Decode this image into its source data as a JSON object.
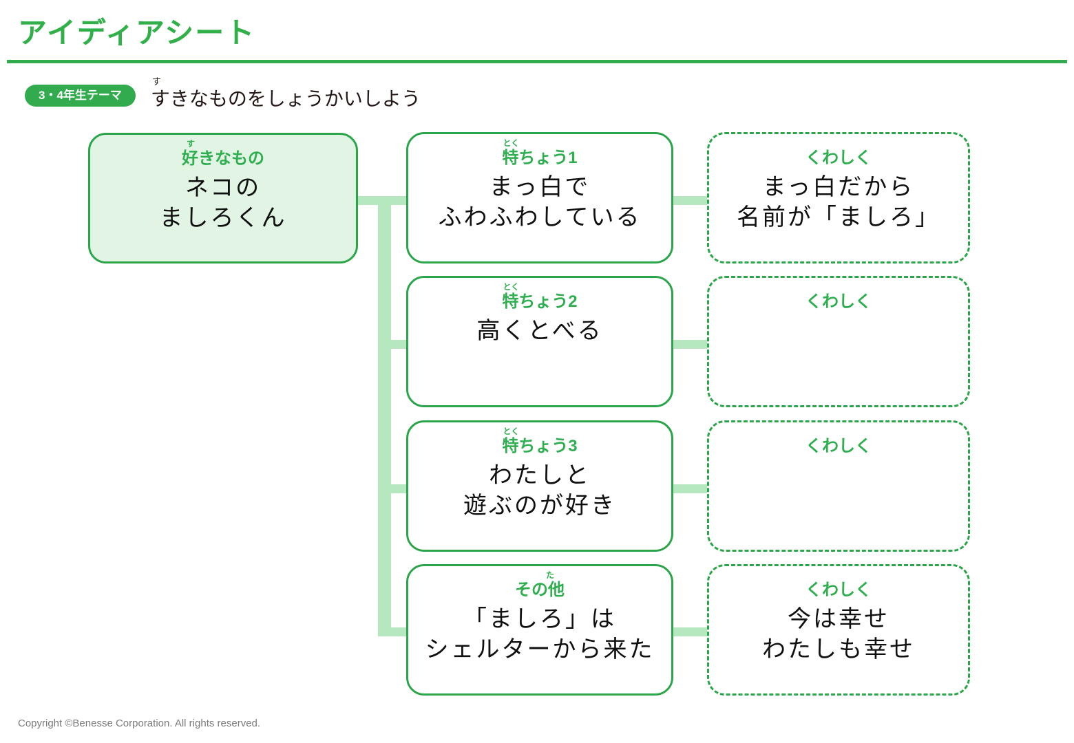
{
  "header": {
    "title": "アイディアシート",
    "theme_badge": "3・4年生テーマ",
    "theme_text": "すきなものをしょうかいしよう",
    "theme_ruby": "す"
  },
  "footer": {
    "copyright": "Copyright ©Benesse Corporation.  All rights reserved."
  },
  "colors": {
    "brand_green": "#31ab4d",
    "box_border": "#2ca54a",
    "label_green": "#2fae50",
    "fill_light_green": "#e2f5e4",
    "connector_green": "#b6e8c0",
    "text_black": "#101010",
    "footer_gray": "#7b7b7b"
  },
  "diagram": {
    "main": {
      "label": "好きなもの",
      "label_ruby": "す",
      "content": "ネコの\nましろくん",
      "style": "filled"
    },
    "rows": [
      {
        "feature": {
          "label": "特ちょう1",
          "label_ruby": "とく",
          "content": "まっ白で\nふわふわしている",
          "style": "solid"
        },
        "detail": {
          "label": "くわしく",
          "label_ruby": "",
          "content": "まっ白だから\n名前が「ましろ」",
          "style": "dashed"
        }
      },
      {
        "feature": {
          "label": "特ちょう2",
          "label_ruby": "とく",
          "content": "高くとべる",
          "style": "solid"
        },
        "detail": {
          "label": "くわしく",
          "label_ruby": "",
          "content": "",
          "style": "dashed"
        }
      },
      {
        "feature": {
          "label": "特ちょう3",
          "label_ruby": "とく",
          "content": "わたしと\n遊ぶのが好き",
          "style": "solid"
        },
        "detail": {
          "label": "くわしく",
          "label_ruby": "",
          "content": "",
          "style": "dashed"
        }
      },
      {
        "feature": {
          "label": "その他",
          "label_ruby": "た",
          "content": "「ましろ」は\nシェルターから来た",
          "style": "solid"
        },
        "detail": {
          "label": "くわしく",
          "label_ruby": "",
          "content": "今は幸せ\nわたしも幸せ",
          "style": "dashed"
        }
      }
    ]
  }
}
